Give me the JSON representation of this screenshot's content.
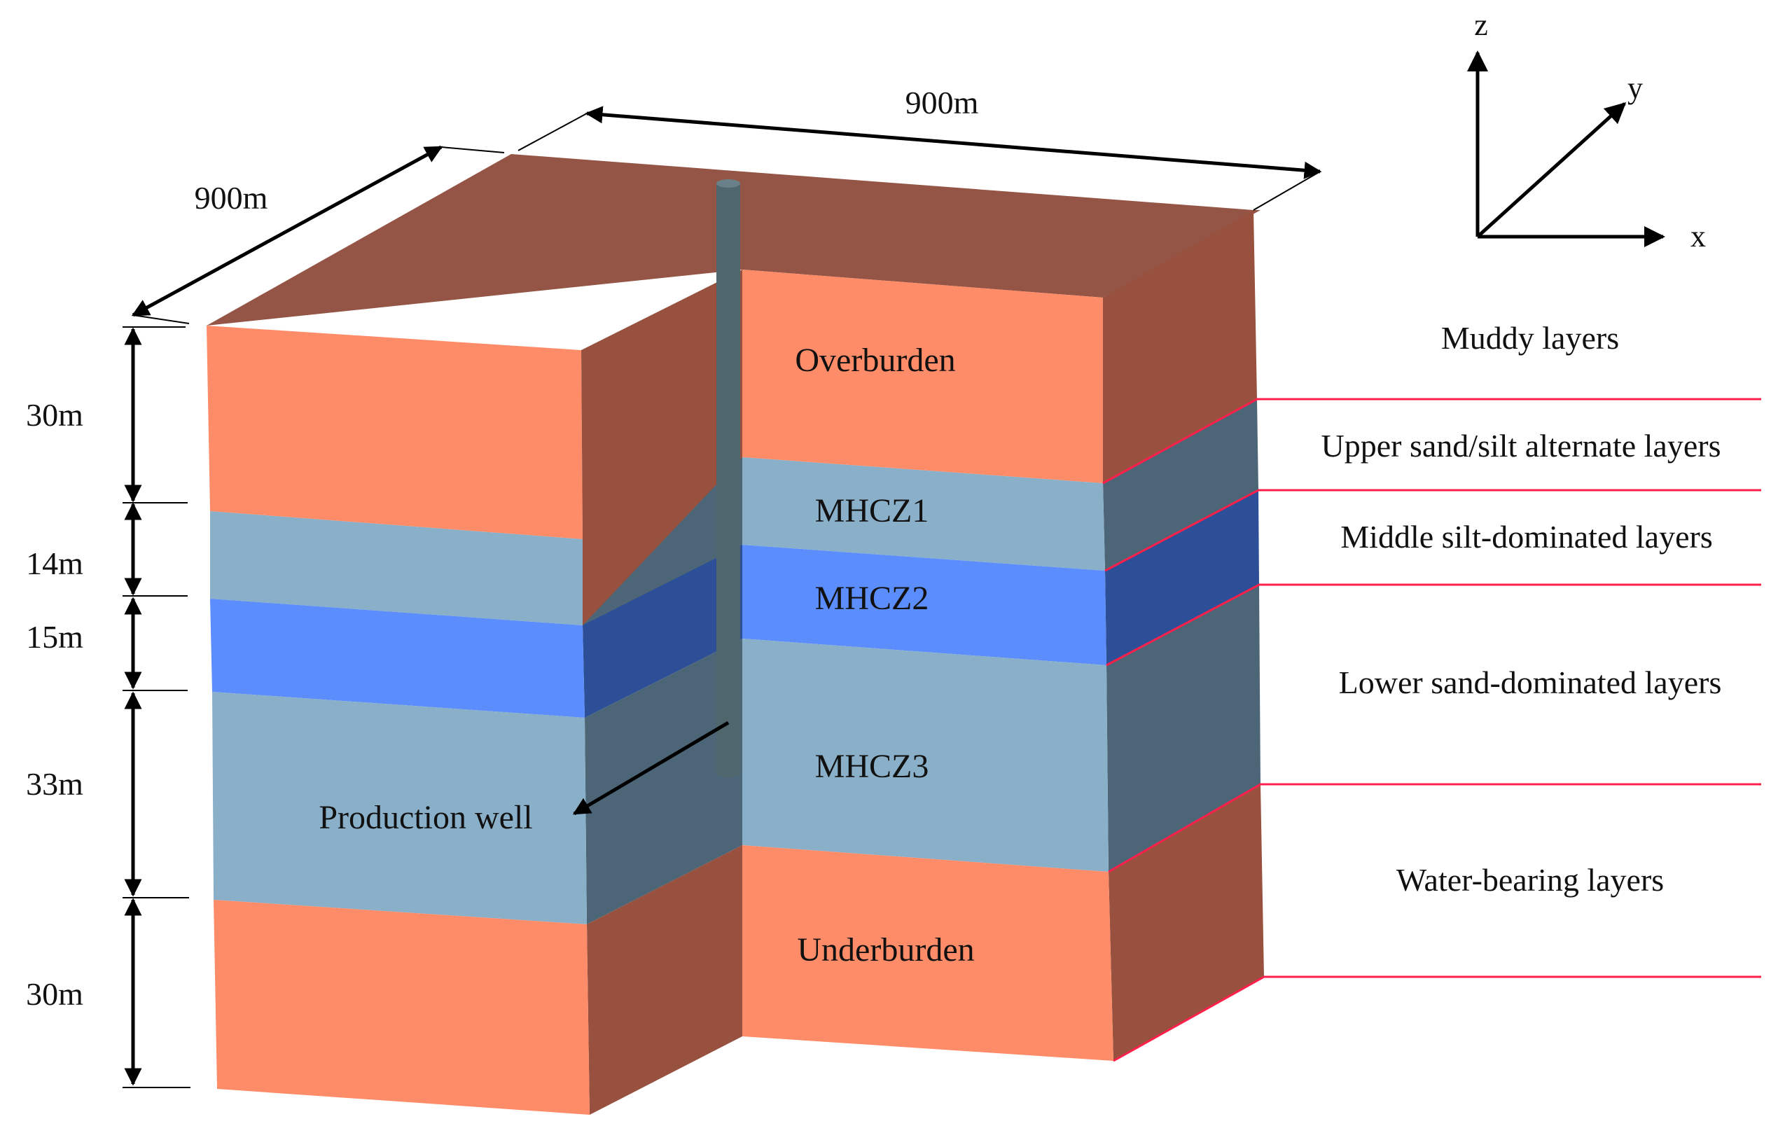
{
  "dimensions": {
    "top_width": "900m",
    "side_depth": "900m",
    "thickness_overburden": "30m",
    "thickness_mhcz1": "14m",
    "thickness_mhcz2": "15m",
    "thickness_mhcz3": "33m",
    "thickness_underburden": "30m"
  },
  "zones": {
    "overburden": "Overburden",
    "mhcz1": "MHCZ1",
    "mhcz2": "MHCZ2",
    "mhcz3": "MHCZ3",
    "underburden": "Underburden",
    "well": "Production well"
  },
  "layers": [
    {
      "label": "Muddy layers"
    },
    {
      "label": "Upper sand/silt alternate layers"
    },
    {
      "label": "Middle silt-dominated layers"
    },
    {
      "label": "Lower sand-dominated layers"
    },
    {
      "label": "Water-bearing layers"
    }
  ],
  "axes": {
    "x": "x",
    "y": "y",
    "z": "z"
  },
  "colors": {
    "burden_front": "#ff8c69",
    "burden_side": "#97513e",
    "burden_top": "#955546",
    "sand_front": "#8ab0c9",
    "sand_side": "#4d6677",
    "silt_front": "#5b8dfc",
    "silt_side": "#2c4f97",
    "well": "#4f666d",
    "boundary_line": "#ff1f4b"
  }
}
